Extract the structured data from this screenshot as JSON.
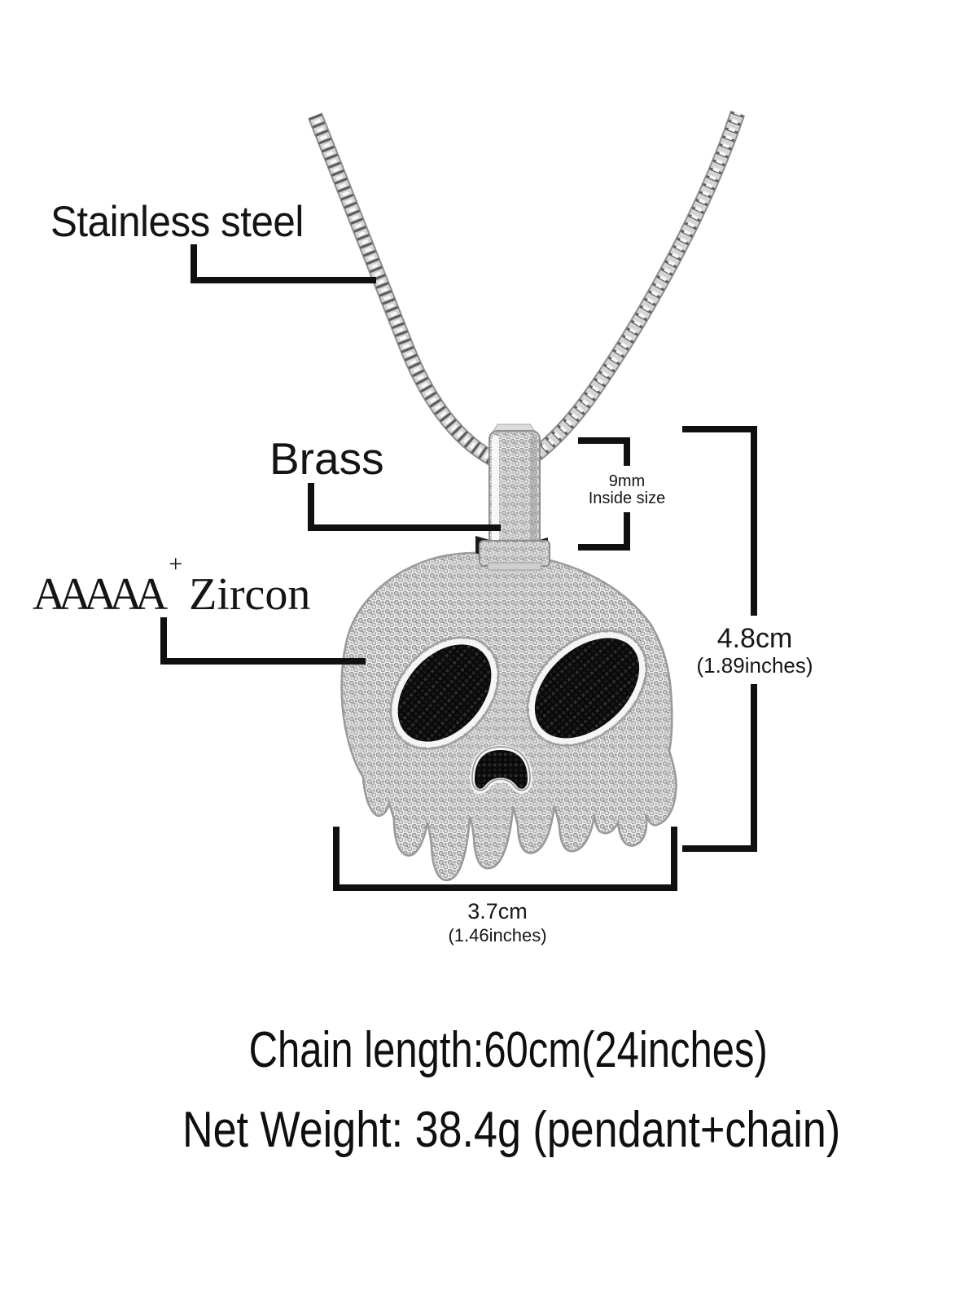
{
  "annotations": {
    "chain_material": "Stainless steel",
    "bail_material": "Brass",
    "stone_grade": "AAAAA",
    "stone_grade_sup": "+",
    "stone_name": "Zircon",
    "bail_inside_value": "9mm",
    "bail_inside_caption": "Inside size",
    "pendant_height_value": "4.8cm",
    "pendant_height_alt": "(1.89inches)",
    "pendant_width_value": "3.7cm",
    "pendant_width_alt": "(1.46inches)"
  },
  "specs": {
    "chain_length": "Chain length:60cm(24inches)",
    "net_weight": "Net Weight: 38.4g (pendant+chain)"
  },
  "colors": {
    "ink": "#101010",
    "background": "#ffffff",
    "chain_silver": "#c4c4c4",
    "pave_silver": "#ececec",
    "stone_black": "#0c0c0c"
  }
}
